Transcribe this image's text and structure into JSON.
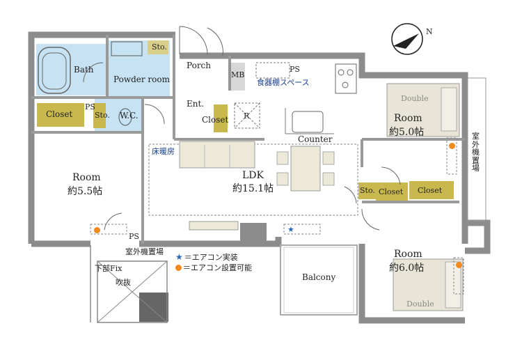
{
  "rooms": {
    "bath": "Bath",
    "powder_room": "Powder room",
    "sto_top": "Sto.",
    "closet_left": "Closet",
    "ps_left": "PS",
    "sto_left": "Sto.",
    "wc": "W.C.",
    "porch": "Porch",
    "mb": "MB",
    "ent": "Ent.",
    "closet_ent": "Closet",
    "r_mark": "R",
    "dish_space": "食器棚スペース",
    "ps_kitchen": "PS",
    "counter": "Counter",
    "floor_heating": "床暖房",
    "ldk_name": "LDK",
    "ldk_size": "約15.1帖",
    "room_left_name": "Room",
    "room_left_size": "約5.5帖",
    "room_ur_name": "Room",
    "room_ur_size": "約5.0帖",
    "double_ur": "Double",
    "room_lr_name": "Room",
    "room_lr_size": "約6.0帖",
    "double_lr": "Double",
    "sto_right": "Sto.",
    "closet_right1": "Closet",
    "closet_right2": "Closet",
    "outdoor_unit_right": "室外機置場",
    "ps_bottom": "PS",
    "outdoor_unit_bottom": "室外機置場",
    "fix_window": "下部Fix",
    "void": "吹抜",
    "balcony": "Balcony"
  },
  "legend": {
    "star_text": "＝エアコン実装",
    "dot_text": "＝エアコン設置可能"
  },
  "compass": {
    "label": "N"
  },
  "colors": {
    "wall": "#8c8c8c",
    "wet_area": "#c6e2f3",
    "closet": "#c9b84e",
    "bed": "#e8e4d8",
    "sofa": "#ece9d8",
    "ac_dot": "#f08a1c",
    "ac_star": "#2a66b5"
  }
}
